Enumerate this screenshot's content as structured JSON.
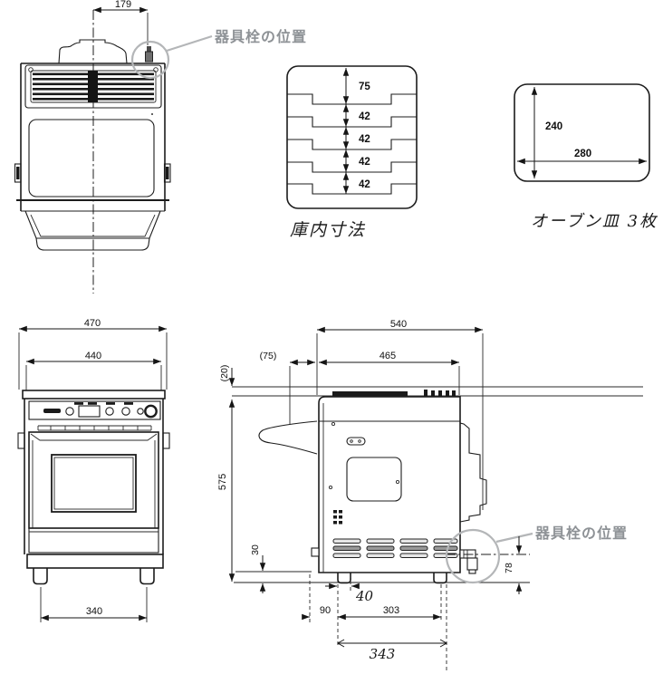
{
  "colors": {
    "line": "#1c1c1c",
    "annotation": "#b4b6b8",
    "annotation_text": "#8e9296"
  },
  "top_view": {
    "dim_width": "179",
    "callout": "器具栓の位置"
  },
  "interior_view": {
    "caption": "庫内寸法",
    "dims": [
      "75",
      "42",
      "42",
      "42",
      "42"
    ]
  },
  "tray_view": {
    "caption": "オーブン皿 3枚",
    "dim_height": "240",
    "dim_width": "280"
  },
  "front_view": {
    "dim_outer_width": "470",
    "dim_inner_width": "440",
    "dim_feet_span": "340"
  },
  "side_view": {
    "dim_total_depth": "540",
    "dim_body_depth": "465",
    "dim_handle": "(75)",
    "dim_top_step": "(20)",
    "dim_height": "575",
    "dim_clearance": "30",
    "dim_foot_width": "40",
    "dim_front_to_foot": "90",
    "dim_feet_pitch": "303",
    "dim_feet_overall": "343",
    "dim_valve_height": "78",
    "callout": "器具栓の位置"
  }
}
